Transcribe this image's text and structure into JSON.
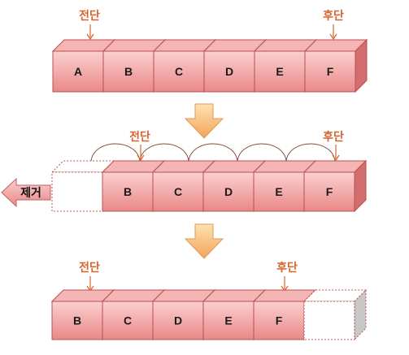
{
  "diagram": {
    "rows": [
      {
        "cells": [
          {
            "label": "A",
            "empty": false
          },
          {
            "label": "B",
            "empty": false
          },
          {
            "label": "C",
            "empty": false
          },
          {
            "label": "D",
            "empty": false
          },
          {
            "label": "E",
            "empty": false
          },
          {
            "label": "F",
            "empty": false
          }
        ],
        "front_label": "전단",
        "rear_label": "후단"
      },
      {
        "cells": [
          {
            "label": "",
            "empty": true
          },
          {
            "label": "B",
            "empty": false
          },
          {
            "label": "C",
            "empty": false
          },
          {
            "label": "D",
            "empty": false
          },
          {
            "label": "E",
            "empty": false
          },
          {
            "label": "F",
            "empty": false
          }
        ],
        "front_label": "전단",
        "rear_label": "후단",
        "remove_label": "제거"
      },
      {
        "cells": [
          {
            "label": "B",
            "empty": false
          },
          {
            "label": "C",
            "empty": false
          },
          {
            "label": "D",
            "empty": false
          },
          {
            "label": "E",
            "empty": false
          },
          {
            "label": "F",
            "empty": false
          },
          {
            "label": "",
            "empty": true
          }
        ],
        "front_label": "전단",
        "rear_label": "후단"
      }
    ],
    "colors": {
      "cell_front_top": "#fbd0d0",
      "cell_front_bottom": "#ea8888",
      "cell_top_face": "#f5b5b5",
      "cell_side_face": "#d46d6d",
      "cell_stroke": "#b85050",
      "empty_stroke": "#c0504d",
      "empty_side": "#c8c8c8",
      "pointer": "#d8632b",
      "down_arrow_top": "#fde3b0",
      "down_arrow_bottom": "#f3a35a",
      "remove_arrow_top": "#fbd0d0",
      "remove_arrow_bottom": "#ea8888"
    }
  }
}
